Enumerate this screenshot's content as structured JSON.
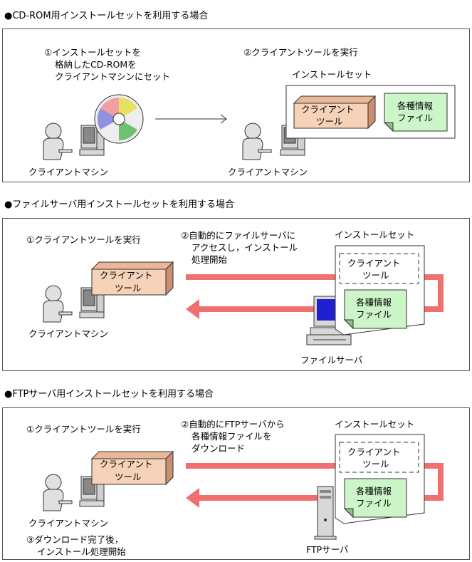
{
  "colors": {
    "arrow": "#f07070",
    "tool_box": "#f5d2b8",
    "info_box": "#ccf5c8",
    "panel_border": "#555555"
  },
  "sections": [
    {
      "title": "●CD-ROM用インストールセットを利用する場合",
      "step1": [
        "①インストールセットを",
        "格納したCD-ROMを",
        "クライアントマシンにセット"
      ],
      "step2": "②クライアントツールを実行",
      "set_label": "インストールセット",
      "tool": [
        "クライアント",
        "ツール"
      ],
      "info": [
        "各種情報",
        "ファイル"
      ],
      "client1": "クライアントマシン",
      "client2": "クライアントマシン"
    },
    {
      "title": "●ファイルサーバ用インストールセットを利用する場合",
      "step1": "①クライアントツールを実行",
      "step2": [
        "②自動的にファイルサーバに",
        "アクセスし，インストール",
        "処理開始"
      ],
      "set_label": "インストールセット",
      "tool": [
        "クライアント",
        "ツール"
      ],
      "remote_tool": [
        "クライアント",
        "ツール"
      ],
      "info": [
        "各種情報",
        "ファイル"
      ],
      "client": "クライアントマシン",
      "server": "ファイルサーバ"
    },
    {
      "title": "●FTPサーバ用インストールセットを利用する場合",
      "step1": "①クライアントツールを実行",
      "step2": [
        "②自動的にFTPサーバから",
        "各種情報ファイルを",
        "ダウンロード"
      ],
      "set_label": "インストールセット",
      "tool": [
        "クライアント",
        "ツール"
      ],
      "remote_tool": [
        "クライアント",
        "ツール"
      ],
      "info": [
        "各種情報",
        "ファイル"
      ],
      "client": "クライアントマシン",
      "step3": [
        "③ダウンロード完了後，",
        "インストール処理開始"
      ],
      "server": "FTPサーバ"
    }
  ]
}
